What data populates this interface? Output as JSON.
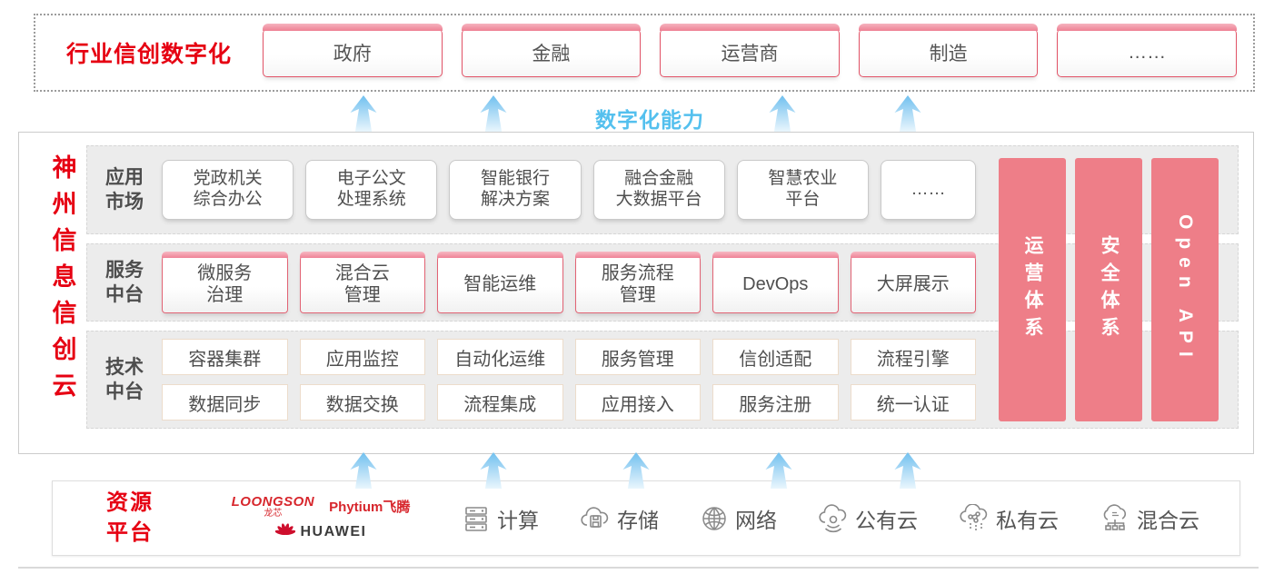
{
  "top_band": {
    "label": "行业信创数字化",
    "industries": [
      "政府",
      "金融",
      "运营商",
      "制造",
      "……"
    ]
  },
  "capability_label": "数字化能力",
  "main": {
    "vertical_title": "神州信息信创云",
    "rows": {
      "app": {
        "label": "应用\n市场",
        "items": [
          "党政机关\n综合办公",
          "电子公文\n处理系统",
          "智能银行\n解决方案",
          "融合金融\n大数据平台",
          "智慧农业\n平台",
          "……"
        ]
      },
      "svc": {
        "label": "服务\n中台",
        "items": [
          "微服务\n治理",
          "混合云\n管理",
          "智能运维",
          "服务流程\n管理",
          "DevOps",
          "大屏展示"
        ]
      },
      "tech": {
        "label": "技术\n中台",
        "grid": [
          [
            "容器集群",
            "应用监控",
            "自动化运维",
            "服务管理",
            "信创适配",
            "流程引擎"
          ],
          [
            "数据同步",
            "数据交换",
            "流程集成",
            "应用接入",
            "服务注册",
            "统一认证"
          ]
        ]
      }
    },
    "pillars": [
      {
        "label": "运营体系",
        "lang": "cn"
      },
      {
        "label": "安全体系",
        "lang": "cn"
      },
      {
        "label": "Open API",
        "lang": "en"
      }
    ]
  },
  "resource": {
    "label": "资源\n平台",
    "vendors": {
      "loongson_en": "LOONGSON",
      "loongson_cn": "龙芯",
      "phytium": "Phytium飞腾",
      "huawei": "HUAWEI"
    },
    "items": [
      {
        "icon": "server-icon",
        "label": "计算"
      },
      {
        "icon": "storage-cloud-icon",
        "label": "存储"
      },
      {
        "icon": "network-globe-icon",
        "label": "网络"
      },
      {
        "icon": "public-cloud-icon",
        "label": "公有云"
      },
      {
        "icon": "private-cloud-icon",
        "label": "私有云"
      },
      {
        "icon": "hybrid-cloud-icon",
        "label": "混合云"
      }
    ]
  },
  "colors": {
    "accent_red": "#e60012",
    "pillar_pink": "#ee7e88",
    "capability_blue": "#54c0ee",
    "box_border_red": "#e26374"
  },
  "arrows": {
    "top_row_x": [
      400,
      543,
      861,
      999
    ],
    "bottom_row_x": [
      400,
      543,
      700,
      857,
      999
    ]
  }
}
